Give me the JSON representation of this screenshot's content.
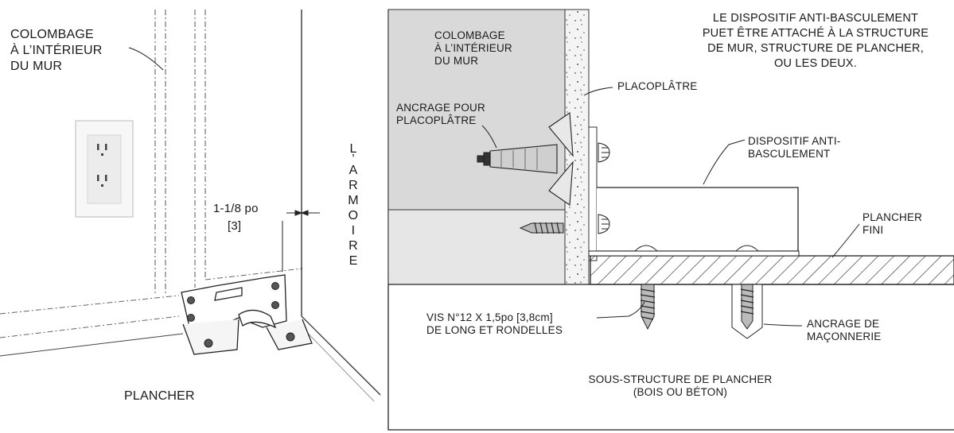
{
  "left_view": {
    "stud_label": [
      "COLOMBAGE",
      "À L’INTÉRIEUR",
      "DU MUR"
    ],
    "cabinet_label": [
      "L",
      "’",
      "A",
      "R",
      "M",
      "O",
      "I",
      "R",
      "E"
    ],
    "gap_dimension": "1-1/8 po",
    "gap_metric": "[3]",
    "floor_label": "PLANCHER"
  },
  "right_view": {
    "note": [
      "LE DISPOSITIF ANTI-BASCULEMENT",
      "PUET ÊTRE ATTACHÉ À LA STRUCTURE",
      "DE MUR, STRUCTURE DE PLANCHER,",
      "OU LES DEUX."
    ],
    "stud_label": [
      "COLOMBAGE",
      "À L’INTÉRIEUR",
      "DU MUR"
    ],
    "drywall_label": "PLACOPLÂTRE",
    "anchor_label": [
      "ANCRAGE POUR",
      "PLACOPLÂTRE"
    ],
    "device_label": [
      "DISPOSITIF ANTI-",
      "BASCULEMENT"
    ],
    "finished_floor_label": [
      "PLANCHER",
      "FINI"
    ],
    "screw_label": [
      "VIS N°12 X 1,5po [3,8cm]",
      "DE LONG ET RONDELLES"
    ],
    "masonry_anchor_label": [
      "ANCRAGE DE",
      "MAÇONNERIE"
    ],
    "subfloor_label": [
      "SOUS-STRUCTURE DE PLANCHER",
      "(BOIS OU BÉTON)"
    ]
  }
}
